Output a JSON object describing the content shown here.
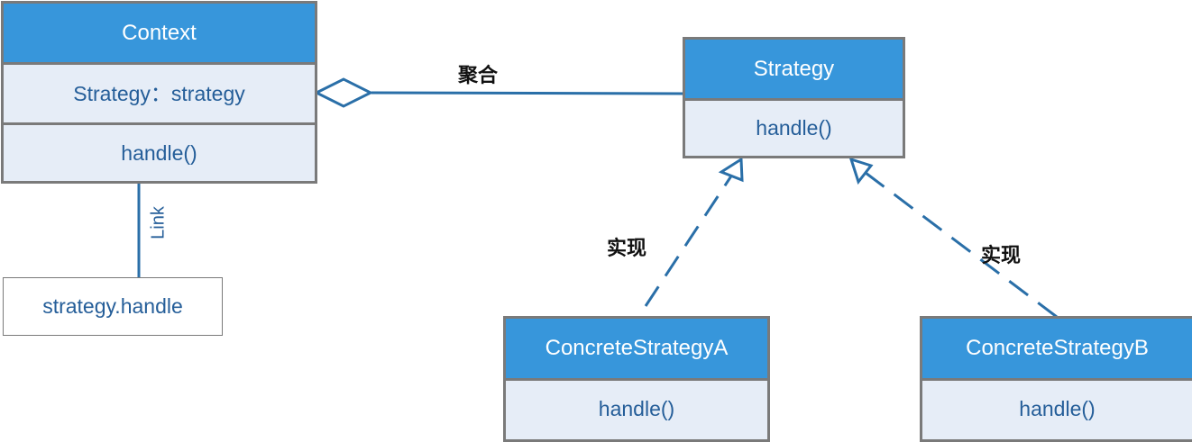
{
  "context": {
    "name": "Context",
    "attribute": "Strategy：strategy",
    "method": "handle()"
  },
  "strategy": {
    "name": "Strategy",
    "method": "handle()"
  },
  "concrete_a": {
    "name": "ConcreteStrategyA",
    "method": "handle()"
  },
  "concrete_b": {
    "name": "ConcreteStrategyB",
    "method": "handle()"
  },
  "note": {
    "text": "strategy.handle"
  },
  "labels": {
    "aggregation": "聚合",
    "link": "Link",
    "realize_a": "实现",
    "realize_b": "实现"
  },
  "colors": {
    "header": "#3796db",
    "body": "#e6edf7",
    "border": "#7a7a7a",
    "line": "#2a6fa8",
    "text": "#255e99"
  }
}
